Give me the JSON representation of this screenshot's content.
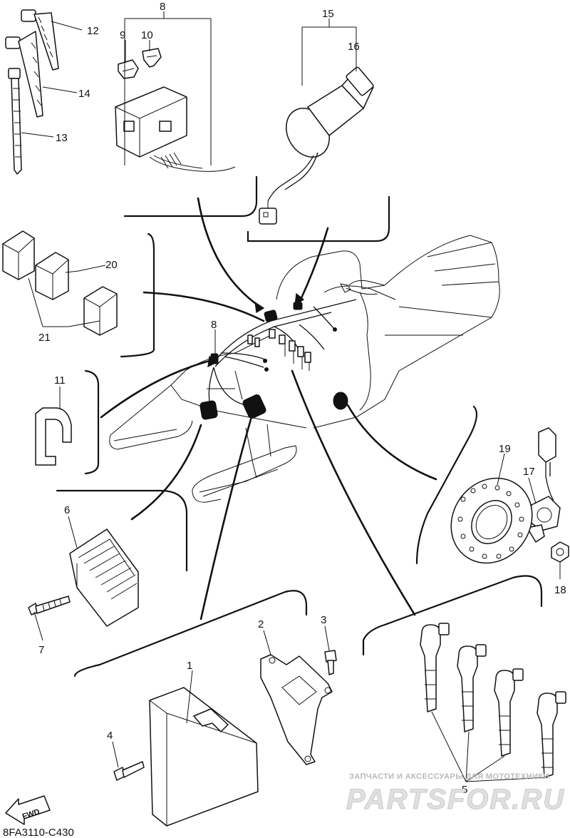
{
  "diagram_code": "8FA3110-C430",
  "fwd_label": "FWD",
  "watermark": {
    "text": "ЗАПЧАСТИ И АКСЕССУАРЫ ДЛЯ МОТОТЕХНИКИ",
    "brand": "PARTSFOR.RU"
  },
  "callouts": {
    "c1": "1",
    "c2": "2",
    "c3": "3",
    "c4": "4",
    "c5": "5",
    "c6": "6",
    "c7": "7",
    "c8a": "8",
    "c8b": "8",
    "c9": "9",
    "c10": "10",
    "c11": "11",
    "c12": "12",
    "c13": "13",
    "c14": "14",
    "c15": "15",
    "c16": "16",
    "c17": "17",
    "c18": "18",
    "c19": "19",
    "c20": "20",
    "c21": "21"
  }
}
